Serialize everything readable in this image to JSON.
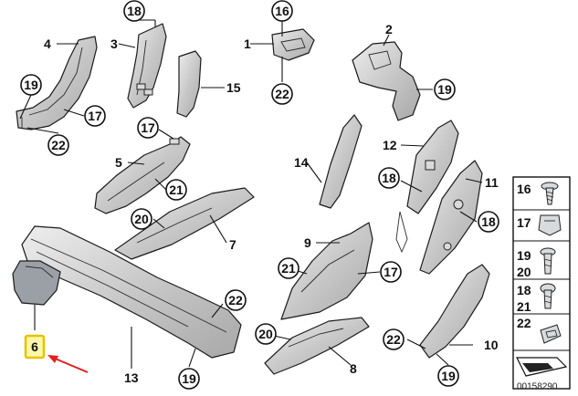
{
  "callouts": {
    "c1": "18",
    "c2": "16",
    "c3": "19",
    "c4": "17",
    "c5": "22",
    "c6": "22",
    "c7": "17",
    "c8": "21",
    "c9": "20",
    "c10": "19",
    "c11": "18",
    "c12": "21",
    "c13": "17",
    "c14": "20",
    "c15": "22",
    "c16": "19",
    "c17": "22",
    "c18": "19",
    "c19": "18"
  },
  "labels": {
    "l1": "1",
    "l2": "2",
    "l3": "3",
    "l4": "4",
    "l5": "5",
    "l6": "6",
    "l7": "7",
    "l8": "8",
    "l9": "9",
    "l10": "10",
    "l11": "11",
    "l12": "12",
    "l13": "13",
    "l14": "14",
    "l15": "15"
  },
  "fastener_panel": {
    "rows": [
      "16",
      "17",
      "19",
      "20",
      "18",
      "21",
      "22"
    ]
  },
  "highlight": {
    "color": "#e6c200",
    "arrow_color": "#e02020"
  },
  "diagram_code": "00158290"
}
